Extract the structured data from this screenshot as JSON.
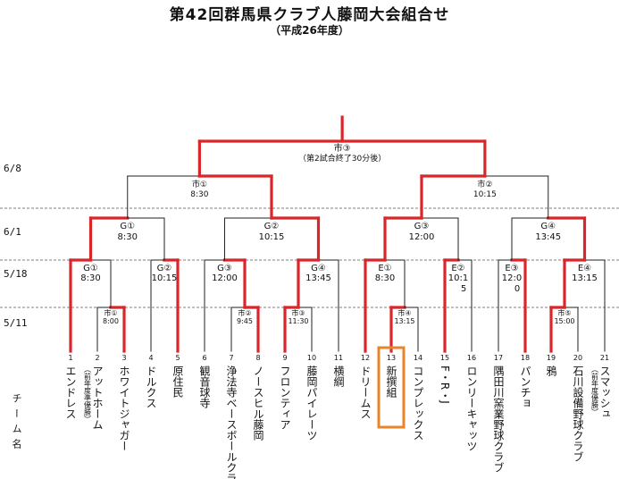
{
  "title": "第42回群馬県クラブ人藤岡大会組合せ",
  "subtitle": "（平成26年度）",
  "dates": [
    "6/8",
    "6/1",
    "5/18",
    "5/11"
  ],
  "team_axis_label": "チーム名",
  "colors": {
    "winner": "#d9262b",
    "line": "#222222",
    "highlight": "#e8852a",
    "dashed": "#555555"
  },
  "teams": [
    {
      "num": "1",
      "name": "エンドレス"
    },
    {
      "num": "2",
      "name": "アットホーム",
      "note": "（前年度準優勝）"
    },
    {
      "num": "3",
      "name": "ホワイトジャガー"
    },
    {
      "num": "4",
      "name": "ドルクス"
    },
    {
      "num": "5",
      "name": "原住民"
    },
    {
      "num": "6",
      "name": "観音球寺"
    },
    {
      "num": "7",
      "name": "浄法寺ベースボールクラブ"
    },
    {
      "num": "8",
      "name": "ノースヒル藤岡"
    },
    {
      "num": "9",
      "name": "フロンティア"
    },
    {
      "num": "10",
      "name": "藤岡パイレーツ"
    },
    {
      "num": "11",
      "name": "横綱"
    },
    {
      "num": "12",
      "name": "ドリームス"
    },
    {
      "num": "13",
      "name": "新撰組"
    },
    {
      "num": "14",
      "name": "コンプレックス"
    },
    {
      "num": "15",
      "name": "F・R・J"
    },
    {
      "num": "16",
      "name": "ロンリーキャッツ"
    },
    {
      "num": "17",
      "name": "隅田川窯業野球クラブ"
    },
    {
      "num": "18",
      "name": "パンチョ"
    },
    {
      "num": "19",
      "name": "鴉"
    },
    {
      "num": "20",
      "name": "石川設備野球クラブ"
    },
    {
      "num": "21",
      "name": "スマッシュ",
      "note": "（前年度優勝）"
    }
  ],
  "matches": {
    "r511_1": {
      "venue": "市①",
      "time": "8:00"
    },
    "r511_2": {
      "venue": "市②",
      "time": "9:45"
    },
    "r511_3": {
      "venue": "市③",
      "time": "11:30"
    },
    "r511_4": {
      "venue": "市④",
      "time": "13:15"
    },
    "r511_5": {
      "venue": "市⑤",
      "time": "15:00"
    },
    "r518_g1": {
      "venue": "G①",
      "time": "8:30"
    },
    "r518_g2": {
      "venue": "G②",
      "time": "10:15"
    },
    "r518_g3": {
      "venue": "G③",
      "time": "12:00"
    },
    "r518_g4": {
      "venue": "G④",
      "time": "13:45"
    },
    "r518_e1": {
      "venue": "E①",
      "time": "8:30"
    },
    "r518_e2": {
      "venue": "E②",
      "time": "10:1",
      "time2": "5"
    },
    "r518_e3": {
      "venue": "E③",
      "time": "12:0",
      "time2": "0"
    },
    "r518_e4": {
      "venue": "E④",
      "time": "13:15"
    },
    "r61_g1": {
      "venue": "G①",
      "time": "8:30"
    },
    "r61_g2": {
      "venue": "G②",
      "time": "10:15"
    },
    "r61_g3": {
      "venue": "G③",
      "time": "12:00"
    },
    "r61_g4": {
      "venue": "G④",
      "time": "13:45"
    },
    "r68_1": {
      "venue": "市①",
      "time": "8:30"
    },
    "r68_2": {
      "venue": "市②",
      "time": "10:15"
    },
    "final": {
      "venue": "市③",
      "time": "（第2試合終了30分後）"
    }
  }
}
